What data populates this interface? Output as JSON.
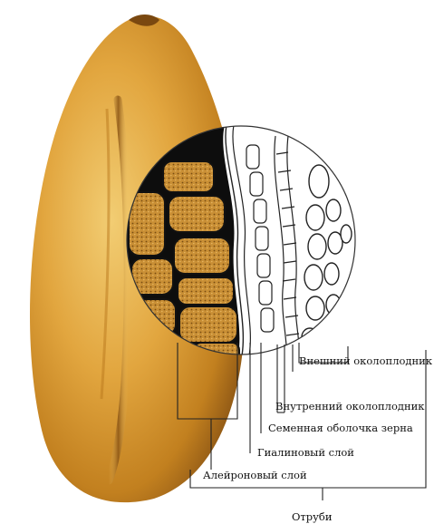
{
  "labels": {
    "outer_pericarp": "Внешний околоплодник",
    "inner_pericarp": "Внутренний околоплодник",
    "seed_coat": "Семенная оболочка зерна",
    "hyaline_layer": "Гиалиновый слой",
    "aleurone_layer": "Алейроновый слой",
    "bran": "Отруби"
  },
  "colors": {
    "grain_light": "#e9b653",
    "grain_mid": "#c98b26",
    "grain_dark": "#8a5414",
    "cell_fill": "#c98f35",
    "cell_border": "#111111",
    "line": "#222222"
  }
}
